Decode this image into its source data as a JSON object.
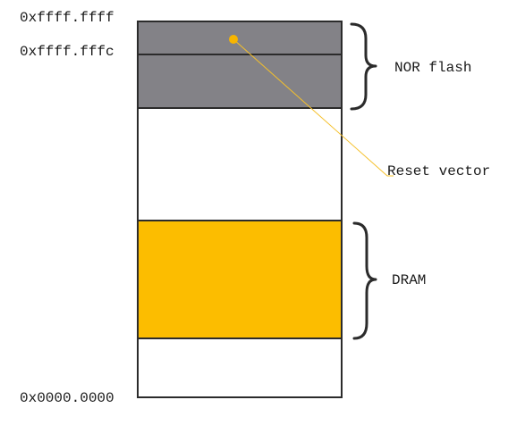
{
  "addresses": {
    "top": "0xffff.ffff",
    "reset": "0xffff.fffc",
    "bottom": "0x0000.0000"
  },
  "regions": {
    "nor_flash": "NOR flash",
    "dram": "DRAM"
  },
  "annotations": {
    "reset_vector": "Reset vector"
  },
  "colors": {
    "flash_fill": "#838287",
    "dram_fill": "#fcbd00",
    "reset_dot": "#f7b500",
    "reset_line": "#f5c02b",
    "outline": "#2b2b2b"
  }
}
